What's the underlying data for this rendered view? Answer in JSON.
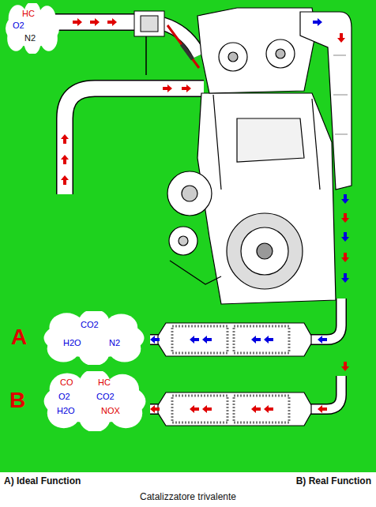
{
  "diagram": {
    "caption": "Catalizzatore trivalente",
    "nodes": [
      {
        "text": [
          "HC",
          "O2",
          "N2"
        ]
      },
      {
        "text": [
          "CO2",
          "H2O",
          "N2"
        ]
      },
      {
        "text": [
          "CO",
          "HC",
          "O2",
          "CO2",
          "H2O",
          "NOX"
        ]
      }
    ],
    "labels": [
      "A",
      "B",
      "A) Ideal Function",
      "B) Real Function"
    ]
  }
}
